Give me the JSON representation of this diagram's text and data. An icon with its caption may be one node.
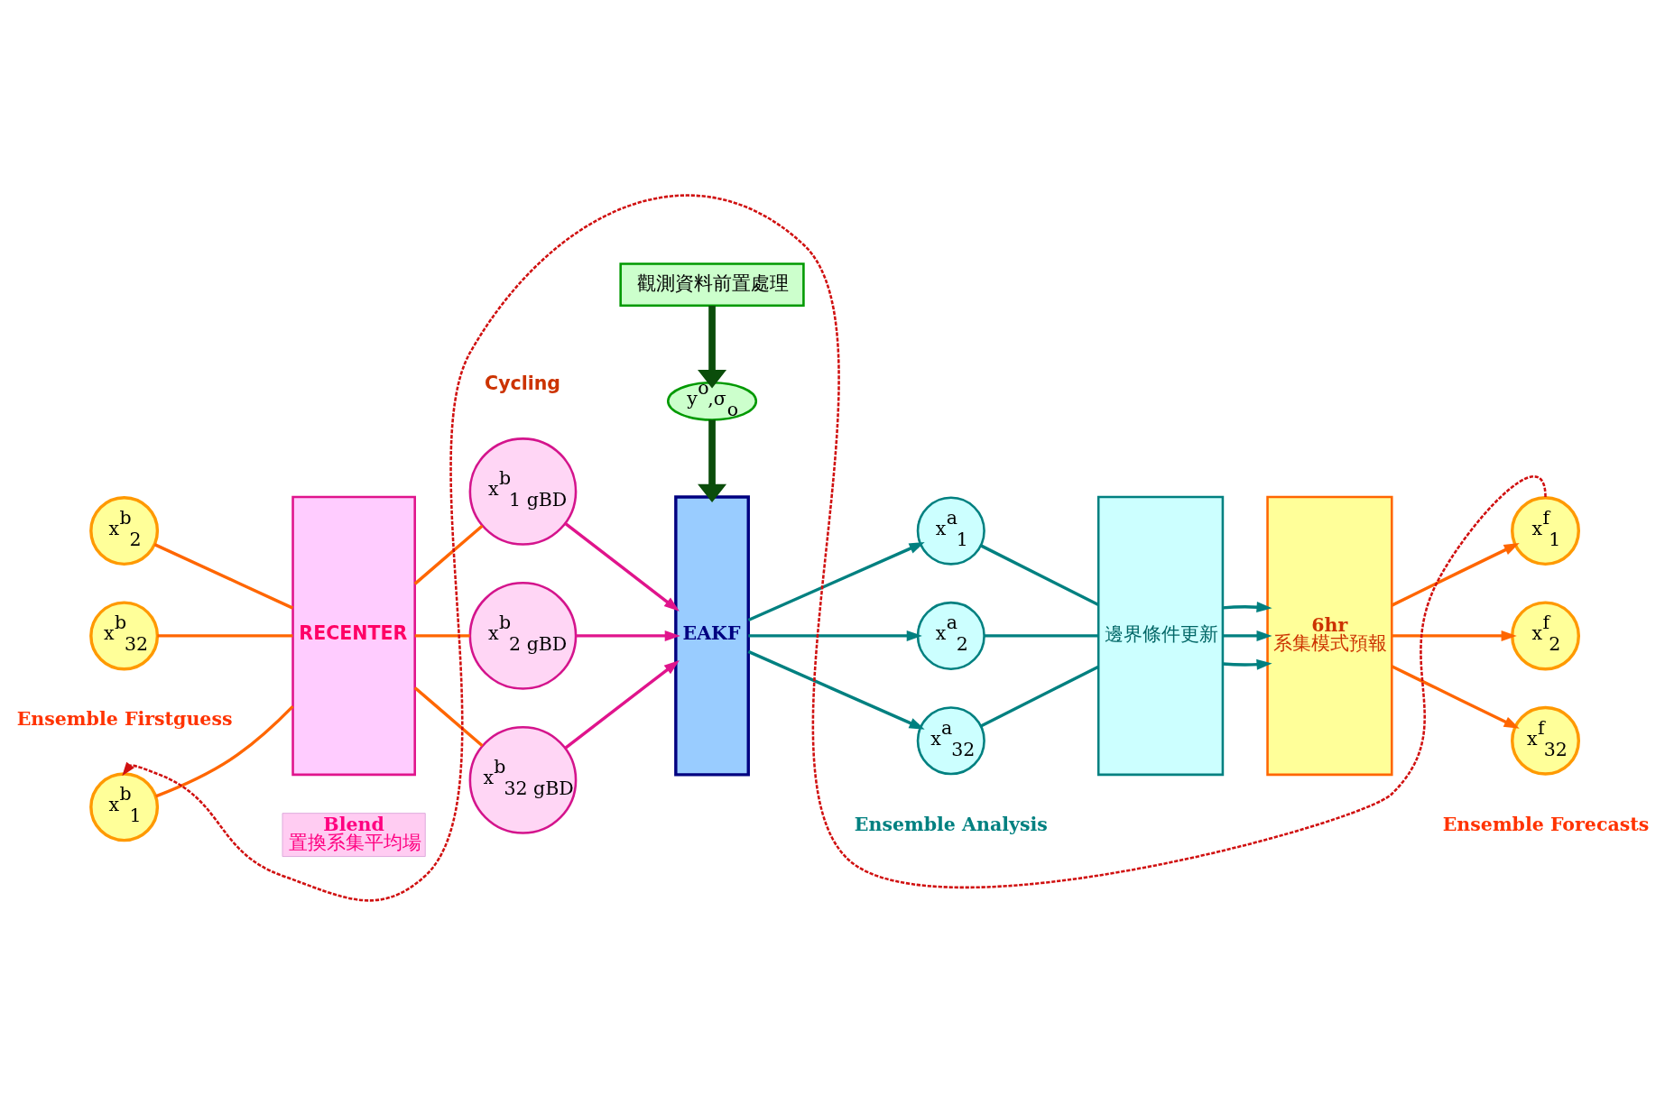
{
  "diagram": {
    "nodes": [
      {
        "text": [
          "x$^{b}$$_{1}$"
        ],
        "beside": [
          "Ensemble Firstguess"
        ]
      },
      {
        "text": [
          "x$^{b}$$_{2}$"
        ]
      },
      {
        "text": [
          "x$^{b}$$_{32}$"
        ]
      },
      {
        "text": [
          "RECENTER"
        ]
      },
      {
        "text": [
          "x$^{b}$$_{1 gBD}$"
        ]
      },
      {
        "text": [
          "x$^{b}$$_{2 gBD}$"
        ]
      },
      {
        "text": [
          "x$^{b}$$_{32 gBD}$"
        ]
      },
      {
        "text": [
          "EAKF"
        ]
      },
      {
        "text": [
          "x$^{a}$$_{1}$"
        ]
      },
      {
        "text": [
          "x$^{a}$$_{2}$"
        ]
      },
      {
        "text": [
          "x$^{a}$$_{32}$"
        ],
        "beside": [
          "Ensemble Analysis"
        ]
      },
      {
        "text": [
          "邊界條件更新"
        ]
      },
      {
        "text": [
          "6hr",
          "系集模式預報"
        ]
      },
      {
        "text": [
          "x$^{f}$$_{1}$"
        ]
      },
      {
        "text": [
          "x$^{f}$$_{2}$"
        ]
      },
      {
        "text": [
          "x$^{f}$$_{32}$"
        ],
        "beside": [
          "Ensemble Forecasts"
        ]
      },
      {
        "text": [
          "y$^{o}$,σ$_{o}$"
        ]
      },
      {
        "text": [
          "觀測資料前置處理"
        ]
      },
      {
        "text": [
          "Blend",
          "置換系集平均場"
        ]
      }
    ],
    "edges": [
      {
        "from": 0,
        "to": 3,
        "arrow": "none",
        "color": "#ff6600"
      },
      {
        "from": 1,
        "to": 3,
        "arrow": "none",
        "color": "#ff6600"
      },
      {
        "from": 2,
        "to": 3,
        "arrow": "none",
        "color": "#ff6600"
      },
      {
        "from": 3,
        "to": 4,
        "arrow": "none",
        "color": "#ff6600"
      },
      {
        "from": 3,
        "to": 5,
        "arrow": "none",
        "color": "#ff6600"
      },
      {
        "from": 3,
        "to": 6,
        "arrow": "none",
        "color": "#ff6600"
      },
      {
        "from": 4,
        "to": 7,
        "arrow": "to",
        "color": "#e0148c"
      },
      {
        "from": 5,
        "to": 7,
        "arrow": "to",
        "color": "#e0148c"
      },
      {
        "from": 6,
        "to": 7,
        "arrow": "to",
        "color": "#e0148c"
      },
      {
        "from": 7,
        "to": 8,
        "arrow": "to",
        "color": "#008080"
      },
      {
        "from": 7,
        "to": 9,
        "arrow": "to",
        "color": "#008080"
      },
      {
        "from": 7,
        "to": 10,
        "arrow": "to",
        "color": "#008080"
      },
      {
        "from": 8,
        "to": 11,
        "arrow": "none",
        "color": "#008080"
      },
      {
        "from": 9,
        "to": 11,
        "arrow": "none",
        "color": "#008080"
      },
      {
        "from": 10,
        "to": 11,
        "arrow": "none",
        "color": "#008080"
      },
      {
        "from": 11,
        "to": 12,
        "arrow": "to",
        "color": "#008080"
      },
      {
        "from": 11,
        "to": 12,
        "arrow": "to",
        "color": "#008080"
      },
      {
        "from": 11,
        "to": 12,
        "arrow": "to",
        "color": "#008080"
      },
      {
        "from": 12,
        "to": 13,
        "arrow": "to",
        "color": "#ff6600"
      },
      {
        "from": 12,
        "to": 14,
        "arrow": "to",
        "color": "#ff6600"
      },
      {
        "from": 12,
        "to": 15,
        "arrow": "to",
        "color": "#ff6600"
      },
      {
        "from": 16,
        "to": 7,
        "arrow": "to",
        "style": "thick",
        "color": "#0b4d0b"
      },
      {
        "from": 17,
        "to": 16,
        "arrow": "to",
        "style": "thick",
        "color": "#0b4d0b"
      },
      {
        "from": 13,
        "to": 0,
        "arrow": "to",
        "style": "dashed",
        "color": "#d01010"
      }
    ],
    "labels": [
      "Cycling"
    ]
  }
}
